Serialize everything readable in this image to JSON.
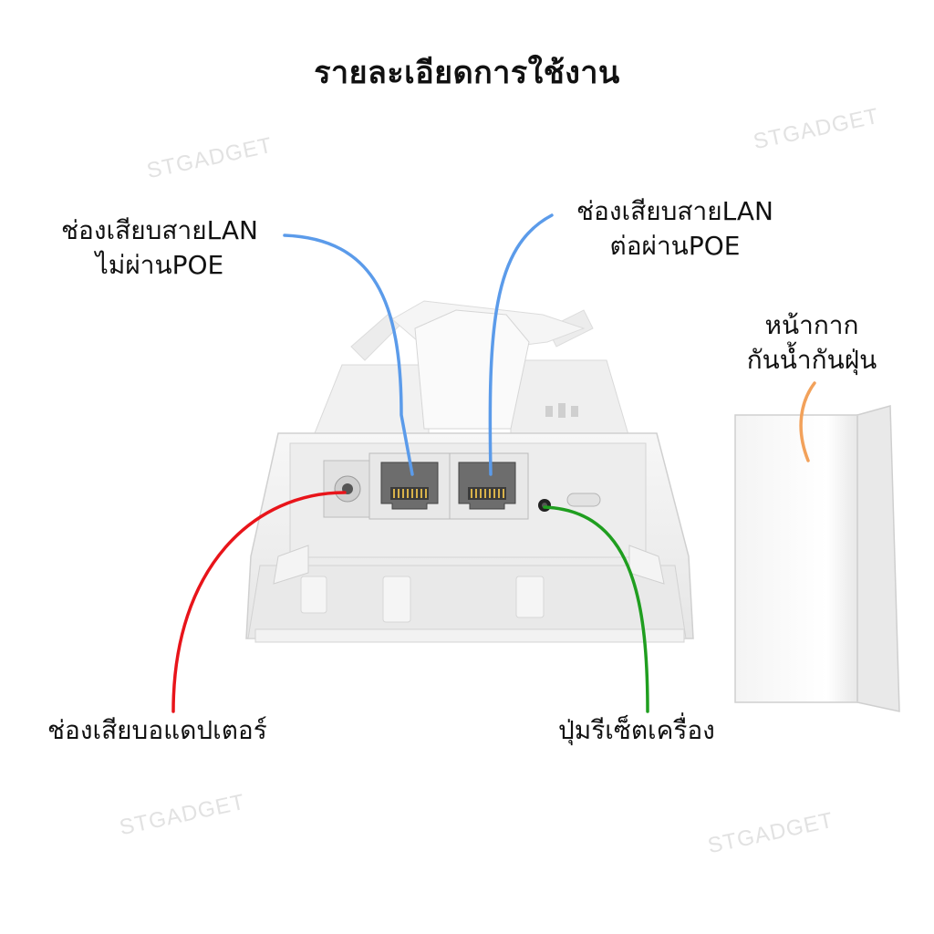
{
  "title": "รายละเอียดการใช้งาน",
  "labels": {
    "lan_no_poe": [
      "ช่องเสียบสายLAN",
      "ไม่ผ่านPOE"
    ],
    "lan_poe": [
      "ช่องเสียบสายLAN",
      "ต่อผ่านPOE"
    ],
    "cover": [
      "หน้ากาก",
      "กันน้ำกันฝุ่น"
    ],
    "adapter": "ช่องเสียบอแดปเตอร์",
    "reset": "ปุ่มรีเซ็ตเครื่อง"
  },
  "watermark": "STGADGET",
  "colors": {
    "lan_leader": "#5b9bea",
    "cover_leader": "#f2a15a",
    "adapter_leader": "#e8141a",
    "reset_leader": "#1f9e1f"
  }
}
